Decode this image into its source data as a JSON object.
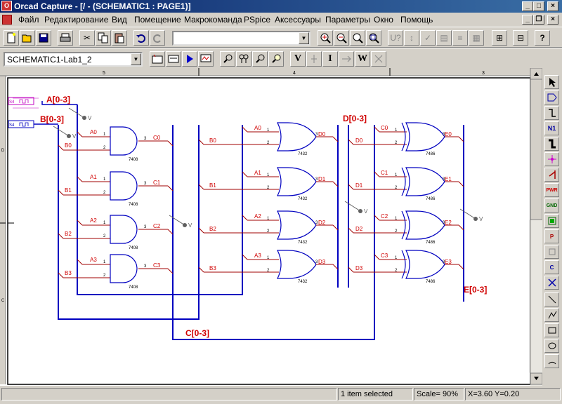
{
  "window": {
    "title": "Orcad Capture - [/ - (SCHEMATIC1 : PAGE1)]",
    "icon": "orcad-app-icon"
  },
  "menu": [
    "Файл",
    "Редактирование",
    "Вид",
    "Помещение",
    "Макрокоманда",
    "PSpice",
    "Аксессуары",
    "Параметры",
    "Окно",
    "Помощь"
  ],
  "toolbar1": {
    "part_combo_value": ""
  },
  "toolbar2": {
    "schematic_combo_value": "SCHEMATIC1-Lab1_2",
    "letter_buttons": [
      "V",
      "I",
      "W"
    ]
  },
  "ruler": {
    "top_labels": [
      "5",
      "4",
      "3"
    ],
    "left_labels": [
      "D",
      "C"
    ]
  },
  "schematic": {
    "buses": [
      "A[0-3]",
      "B[0-3]",
      "C[0-3]",
      "D[0-3]",
      "E[0-3]"
    ],
    "sources": [
      "S4",
      "S4"
    ],
    "and_gates": {
      "part": "7408",
      "pins": [
        "1",
        "2",
        "3"
      ],
      "inputs_a": [
        "A0",
        "A1",
        "A2",
        "A3"
      ],
      "inputs_b": [
        "B0",
        "B1",
        "B2",
        "B3"
      ],
      "outputs": [
        "C0",
        "C1",
        "C2",
        "C3"
      ]
    },
    "or_gates": {
      "part": "7432",
      "pins": [
        "1",
        "2",
        "3"
      ],
      "inputs_a": [
        "A0",
        "A1",
        "A2",
        "A3"
      ],
      "inputs_b": [
        "B0",
        "B1",
        "B2",
        "B3"
      ],
      "outputs": [
        "D0",
        "D1",
        "D2",
        "D3"
      ]
    },
    "xor_gates": {
      "part": "7486",
      "pins": [
        "1",
        "2",
        "3"
      ],
      "inputs_a": [
        "C0",
        "C1",
        "C2",
        "C3"
      ],
      "inputs_b": [
        "D0",
        "D1",
        "D2",
        "D3"
      ],
      "outputs": [
        "E0",
        "E1",
        "E2",
        "E3"
      ]
    },
    "probe_label": "V",
    "colors": {
      "wire": "#a00000",
      "bus": "#0000c0",
      "label": "#d00000",
      "gate": "#0000c0",
      "source": "#c000c0",
      "probe": "#606060"
    }
  },
  "palette": {
    "items": [
      "select-arrow",
      "place-part",
      "place-wire",
      "net-alias",
      "place-bus",
      "junction",
      "bus-entry",
      "power",
      "ground",
      "place-hierarchical-block",
      "place-port",
      "off-page-connector",
      "no-connect",
      "place-line",
      "place-polyline",
      "place-rectangle",
      "place-ellipse",
      "place-arc"
    ],
    "labels": {
      "net_alias": "N1",
      "power": "PWR",
      "ground": "GND",
      "port": "P",
      "offpage": "C"
    }
  },
  "statusbar": {
    "message": "1 item selected",
    "scale": "Scale= 90%",
    "coords": "X=3.60  Y=0.20"
  }
}
